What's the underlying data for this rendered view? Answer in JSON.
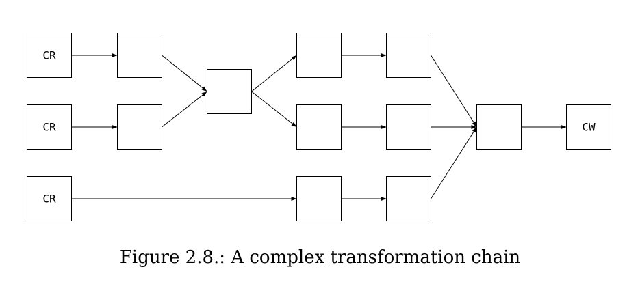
{
  "diagram": {
    "nodes": [
      {
        "id": "r1",
        "label": "CR"
      },
      {
        "id": "r2",
        "label": "CR"
      },
      {
        "id": "r3",
        "label": "CR"
      },
      {
        "id": "a1",
        "label": ""
      },
      {
        "id": "a2",
        "label": ""
      },
      {
        "id": "m1",
        "label": ""
      },
      {
        "id": "b1",
        "label": ""
      },
      {
        "id": "b2",
        "label": ""
      },
      {
        "id": "b3",
        "label": ""
      },
      {
        "id": "c1",
        "label": ""
      },
      {
        "id": "c2",
        "label": ""
      },
      {
        "id": "c3",
        "label": ""
      },
      {
        "id": "d1",
        "label": ""
      },
      {
        "id": "w1",
        "label": "CW"
      }
    ],
    "edges": [
      {
        "from": "r1",
        "to": "a1"
      },
      {
        "from": "r2",
        "to": "a2"
      },
      {
        "from": "a1",
        "to": "m1"
      },
      {
        "from": "a2",
        "to": "m1"
      },
      {
        "from": "m1",
        "to": "b1"
      },
      {
        "from": "m1",
        "to": "b2"
      },
      {
        "from": "r3",
        "to": "b3"
      },
      {
        "from": "b1",
        "to": "c1"
      },
      {
        "from": "b2",
        "to": "c2"
      },
      {
        "from": "b3",
        "to": "c3"
      },
      {
        "from": "c1",
        "to": "d1"
      },
      {
        "from": "c2",
        "to": "d1"
      },
      {
        "from": "c3",
        "to": "d1"
      },
      {
        "from": "d1",
        "to": "w1"
      }
    ]
  },
  "caption": "Figure 2.8.: A complex transformation chain"
}
